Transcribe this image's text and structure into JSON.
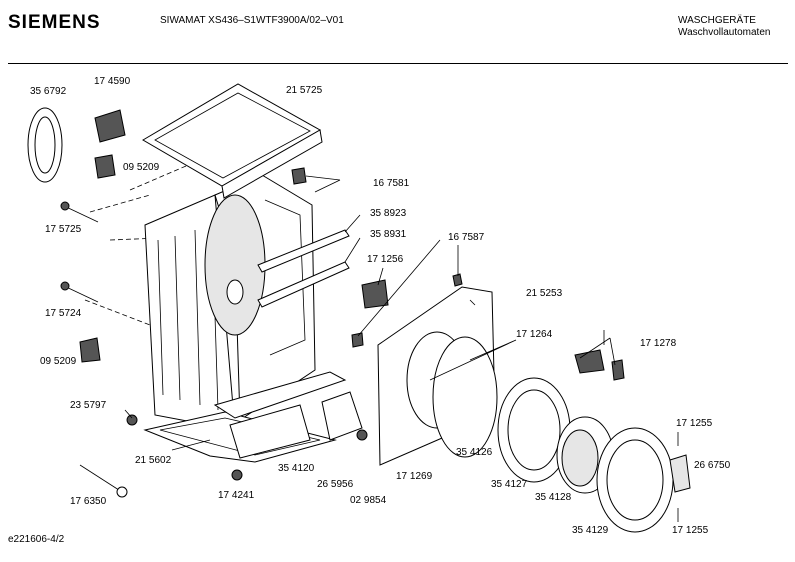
{
  "header": {
    "brand": "SIEMENS",
    "model": "SIWAMAT XS436–S1WTF3900A/02–V01",
    "category_line1": "WASCHGERÄTE",
    "category_line2": "Waschvollautomaten"
  },
  "footer": {
    "doc_id": "e221606-4/2"
  },
  "parts": [
    "35 6792",
    "17 4590",
    "21 5725",
    "09 5209",
    "16 7581",
    "17 5725",
    "35 8923",
    "35 8931",
    "16 7587",
    "17 1256",
    "21 5253",
    "17 5724",
    "17 1264",
    "17 1278",
    "09 5209",
    "23 5797",
    "21 5602",
    "35 4120",
    "26 5956",
    "02 9854",
    "17 1269",
    "35 4126",
    "35 4127",
    "35 4128",
    "17 1255",
    "26 6750",
    "17 6350",
    "17 4241",
    "35 4129",
    "17 1255"
  ]
}
